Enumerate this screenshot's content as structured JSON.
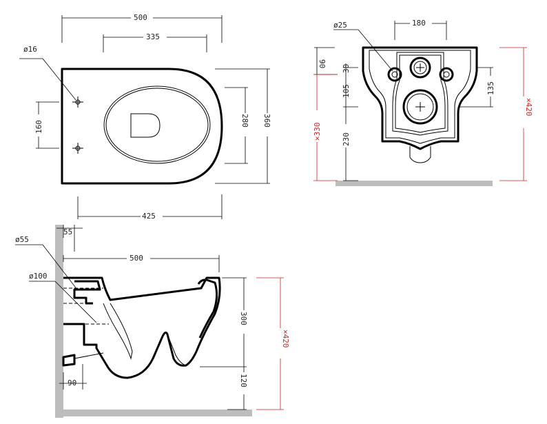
{
  "top_view": {
    "dim_total_length": "500",
    "dim_inner_length": "335",
    "dim_hole_diameter": "ø16",
    "dim_hole_spacing": "160",
    "dim_bowl_width": "280",
    "dim_total_width": "360",
    "dim_bottom_length": "425"
  },
  "front_view": {
    "dim_hole_diameter": "ø25",
    "dim_hole_spacing": "180",
    "dim_top_offset": "90",
    "dim_30": "30",
    "dim_105": "105",
    "dim_230": "230",
    "dim_135": "135",
    "dim_330": "×330",
    "dim_420": "×420"
  },
  "side_view": {
    "dim_55": "55",
    "dim_pipe_55": "ø55",
    "dim_pipe_100": "ø100",
    "dim_length": "500",
    "dim_height": "300",
    "dim_120": "120",
    "dim_90": "90",
    "dim_420": "×420"
  }
}
